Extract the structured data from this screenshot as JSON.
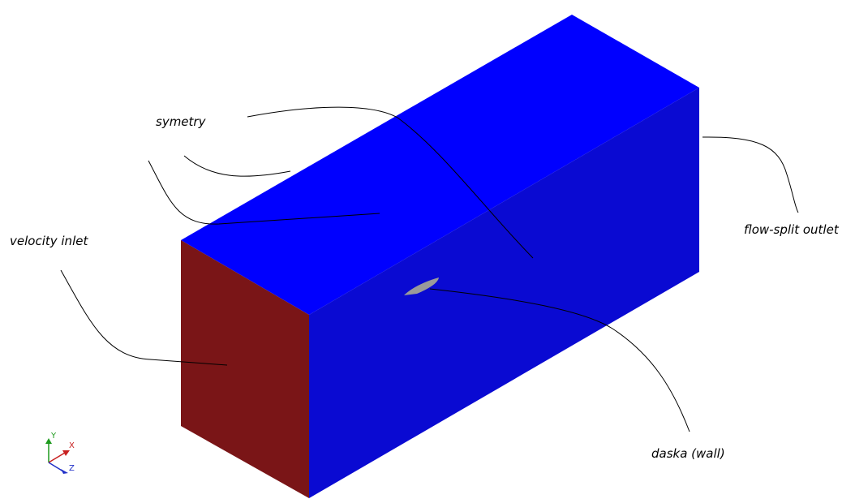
{
  "labels": {
    "symetry": "symetry",
    "velocity_inlet": "velocity inlet",
    "flow_split_outlet": "flow-split outlet",
    "daska_wall": "daska (wall)"
  },
  "axes": {
    "y": "Y",
    "x": "X",
    "z": "Z"
  },
  "colors": {
    "symmetry_faces": "#0000ff",
    "side_face": "#0a0ad2",
    "inlet_face": "#7a1517",
    "wall_plate": "#9a9a9a",
    "leader_lines": "#000000",
    "axis_y": "#1e9b1e",
    "axis_x": "#c82020",
    "axis_z": "#2030c8"
  }
}
